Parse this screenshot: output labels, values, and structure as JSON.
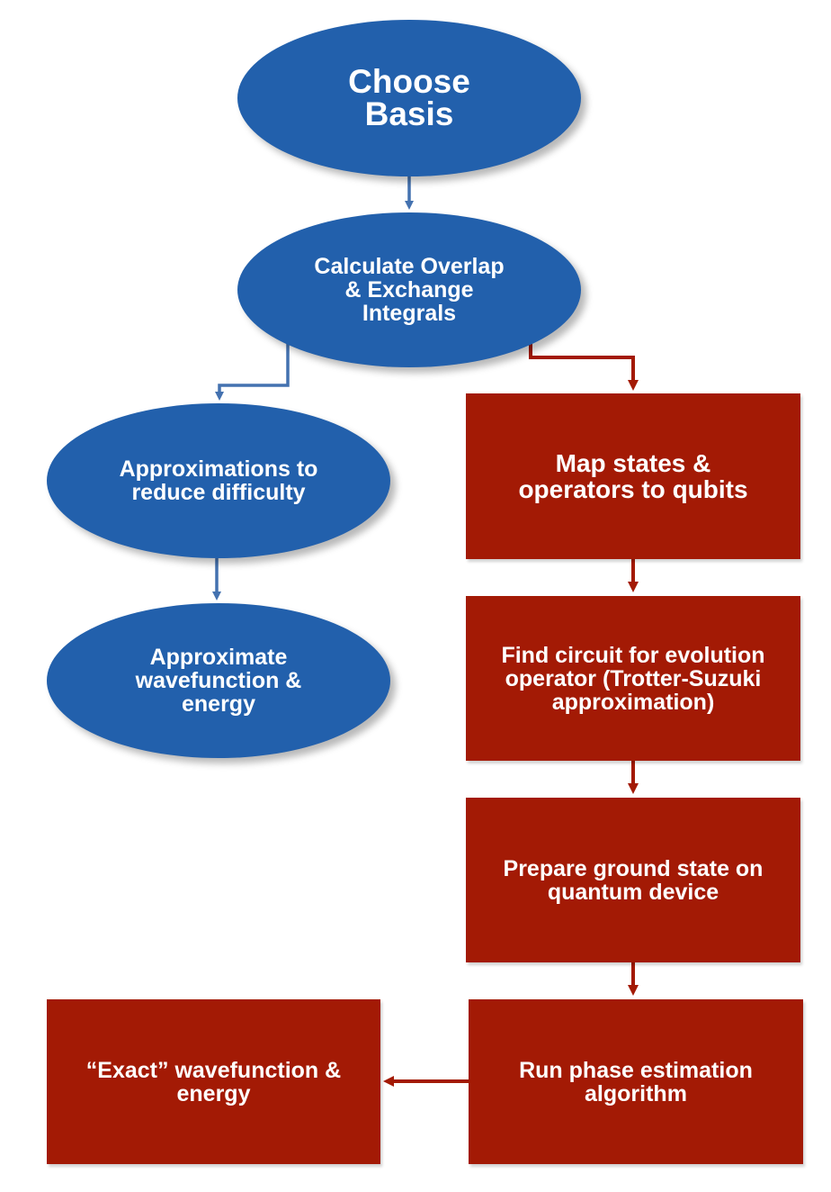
{
  "colors": {
    "classical_node": "#2260ac",
    "classical_arrow": "#4472b0",
    "quantum_node": "#a31a05",
    "quantum_arrow": "#a31a05",
    "text": "#ffffff"
  },
  "nodes": {
    "choose_basis": "Choose\nBasis",
    "calc_integrals": "Calculate Overlap\n& Exchange\nIntegrals",
    "approximations": "Approximations to\nreduce difficulty",
    "approx_wavefunction": "Approximate\nwavefunction &\nenergy",
    "map_states": "Map states &\noperators to qubits",
    "find_circuit": "Find circuit for evolution\noperator (Trotter-Suzuki\napproximation)",
    "prepare_ground": "Prepare ground state on\nquantum device",
    "phase_estimation": "Run phase estimation\nalgorithm",
    "exact_wavefunction": "“Exact” wavefunction &\nenergy"
  }
}
